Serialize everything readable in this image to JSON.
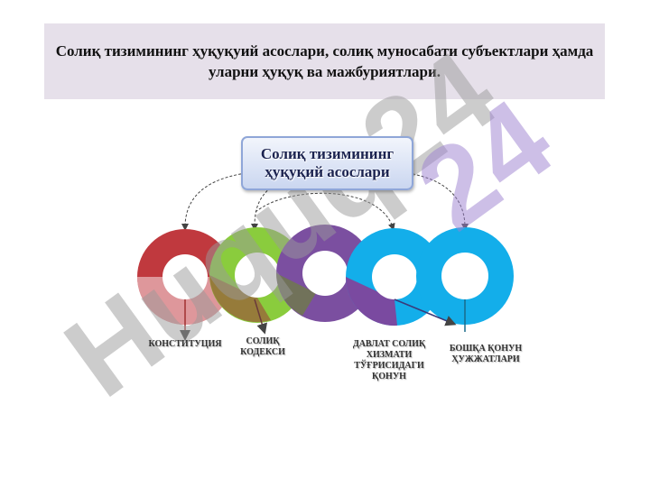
{
  "title": "Солиқ тизимининг ҳуқуқуий асослари, солиқ муносабати субъектлари ҳамда уларни ҳуқуқ ва мажбуриятлари.",
  "root": "Солиқ тизимининг ҳуқуқий асослари",
  "items": [
    {
      "label": "КОНСТИТУЦИЯ",
      "color": "#c0393e"
    },
    {
      "label": "СОЛИҚ КОДЕКСИ",
      "color": "#8acc3d"
    },
    {
      "label": "ДАВЛАТ СОЛИҚ ХИЗМАТИ ТЎҒРИСИДАГИ ҚОНУН",
      "color": "#7b4fa0"
    },
    {
      "label": "БОШҚА ҚОНУН ҲУЖЖАТЛАРИ",
      "color": "#13aeea"
    }
  ],
  "watermark": "Huquq24"
}
